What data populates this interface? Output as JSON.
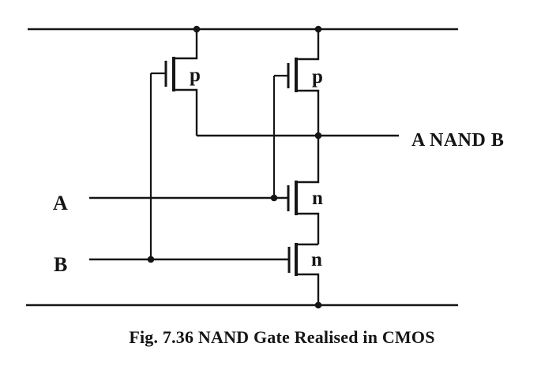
{
  "figure": {
    "caption": "Fig. 7.36 NAND Gate Realised in CMOS",
    "output_label": "A NAND B",
    "inputs": {
      "a": "A",
      "b": "B"
    },
    "transistor_labels": {
      "p1": "p",
      "p2": "p",
      "n1": "n",
      "n2": "n"
    },
    "colors": {
      "ink": "#151515",
      "background": "#ffffff"
    }
  }
}
